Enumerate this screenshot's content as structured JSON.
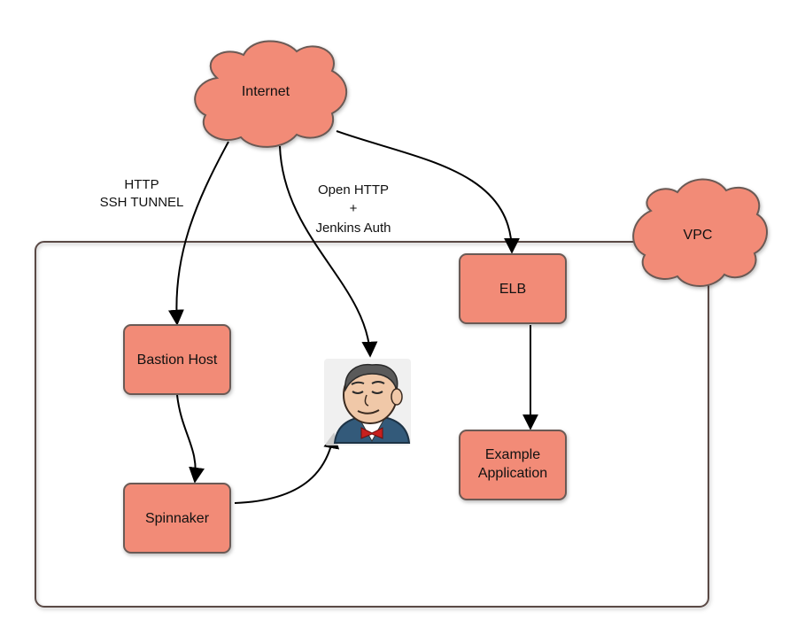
{
  "colors": {
    "node_fill": "#f28b77",
    "node_stroke": "#6b5a55",
    "frame_stroke": "#5a4a45",
    "edge": "#000000",
    "jenkins_bg": "#e8e8e8"
  },
  "nodes": {
    "internet": "Internet",
    "vpc": "VPC",
    "elb": "ELB",
    "bastion": "Bastion Host",
    "spinnaker": "Spinnaker",
    "example_app_line1": "Example",
    "example_app_line2": "Application"
  },
  "edge_labels": {
    "bastion_line1": "HTTP",
    "bastion_line2": "SSH TUNNEL",
    "jenkins_line1": "Open HTTP",
    "jenkins_line2": "+",
    "jenkins_line3": "Jenkins Auth"
  },
  "icons": {
    "jenkins": "jenkins-butler-icon"
  }
}
